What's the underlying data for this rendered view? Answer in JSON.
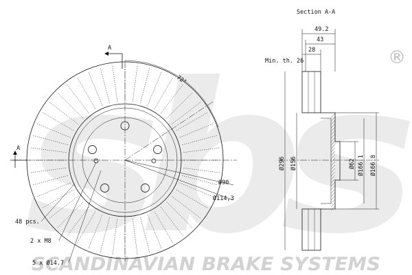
{
  "watermark": {
    "logo_text": "sbs",
    "registered_mark": "®",
    "tagline": "SCANDINAVIAN BRAKE SYSTEMS"
  },
  "front_view": {
    "section_marker": "A",
    "angle": "72°",
    "bolt_circle": "Ø114,3",
    "hub_bore": "Ø90",
    "vanes": "48 pcs.",
    "threads": "2 x M8",
    "bolt_holes": "5 x Ø14.7"
  },
  "section_view": {
    "title": "Section A-A",
    "overall_height": "49.2",
    "height_43": "43",
    "thickness": "28",
    "min_thickness": "Min. th. 26",
    "outer_diameter": "Ø296",
    "inner_diameter": "Ø156",
    "center_bore": "Ø62",
    "hat_diameter": "Ø166.1",
    "hat_outer": "Ø166.8"
  },
  "colors": {
    "line": "#111111",
    "watermark": "#d2d2d2",
    "background": "#ffffff"
  }
}
